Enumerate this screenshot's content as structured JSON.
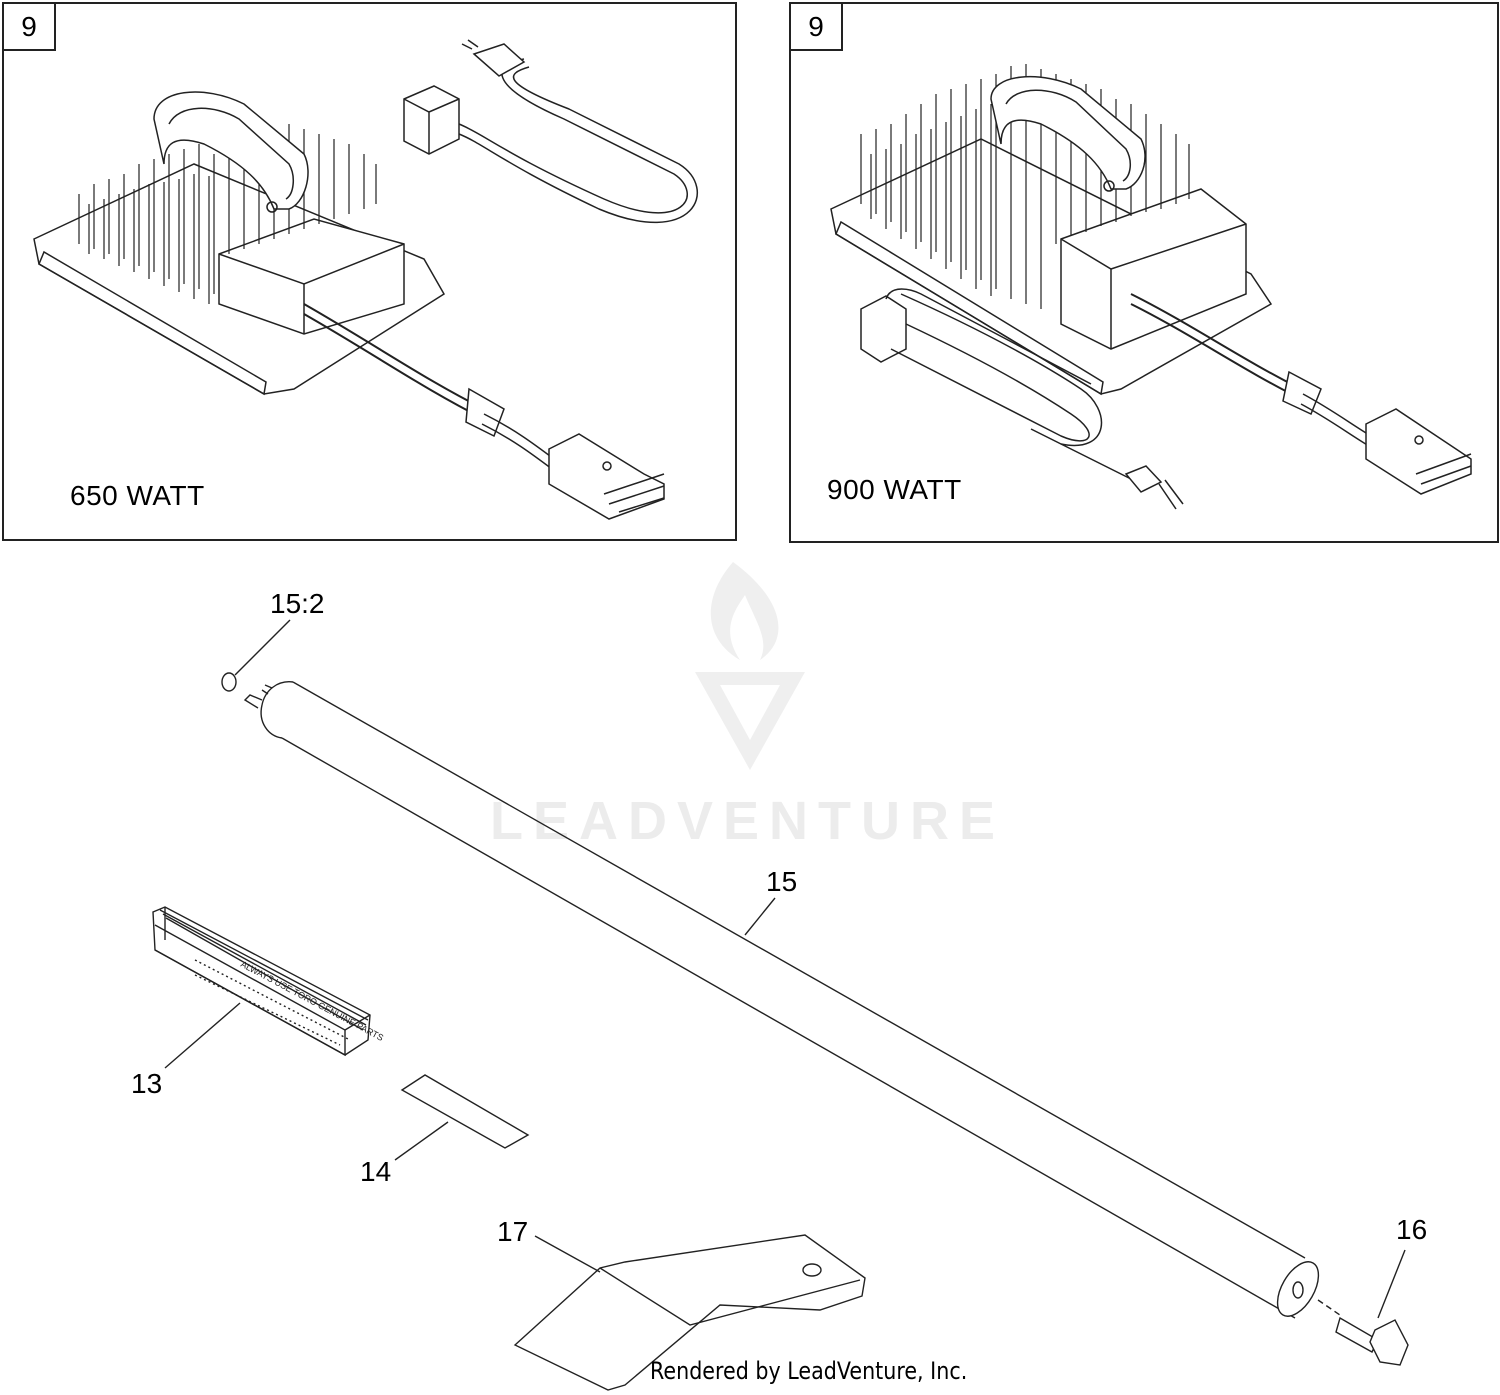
{
  "panels": {
    "left": {
      "ref": "9",
      "label": "650 WATT"
    },
    "right": {
      "ref": "9",
      "label": "900 WATT"
    }
  },
  "callouts": {
    "c15_2": "15:2",
    "c15": "15",
    "c13": "13",
    "c14": "14",
    "c17": "17",
    "c16": "16"
  },
  "decal_text": "ALWAYS USE TORO GENUINE PARTS",
  "watermark": "LEADVENTURE",
  "footer": "Rendered by LeadVenture, Inc."
}
